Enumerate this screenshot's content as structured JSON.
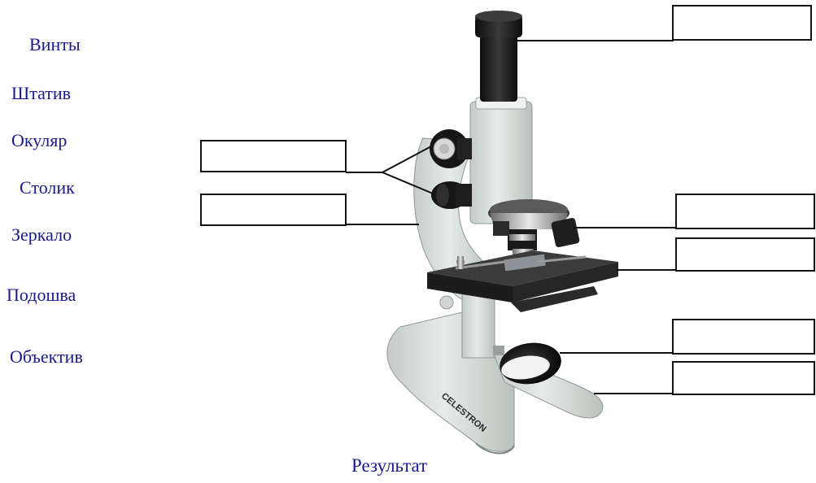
{
  "words": [
    {
      "id": "vinty",
      "label": "Винты"
    },
    {
      "id": "shtativ",
      "label": "Штатив"
    },
    {
      "id": "okulyar",
      "label": "Окуляр"
    },
    {
      "id": "stolik",
      "label": "Столик"
    },
    {
      "id": "zerkalo",
      "label": "Зеркало"
    },
    {
      "id": "podoshva",
      "label": "Подошва"
    },
    {
      "id": "obektiv",
      "label": "Объектив"
    }
  ],
  "microscope": {
    "brand_logo": "CELESTRON"
  },
  "result_label": "Результат",
  "colors": {
    "word_text": "#1a1a8c",
    "microscope_body": "#d9e0dc",
    "microscope_dark": "#1c1c1c",
    "leader_line": "#111111",
    "drop_box_border": "#111111"
  }
}
